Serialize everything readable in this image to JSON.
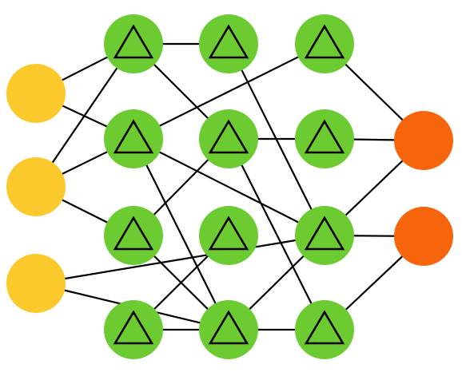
{
  "colors": {
    "background": "#ffffff",
    "edge": "#000000",
    "input_node": "#fcc92c",
    "hidden_node": "#6bcb31",
    "output_node": "#f6640c",
    "triangle_stroke": "#000000"
  },
  "node_groups": [
    {
      "id": "input",
      "count": 3,
      "marker": "none"
    },
    {
      "id": "hidden-1",
      "count": 4,
      "marker": "triangle-icon"
    },
    {
      "id": "hidden-2",
      "count": 4,
      "marker": "triangle-icon"
    },
    {
      "id": "hidden-3",
      "count": 4,
      "marker": "triangle-icon"
    },
    {
      "id": "output",
      "count": 2,
      "marker": "none"
    }
  ],
  "edges": [
    [
      "input-0",
      "hidden-1-0"
    ],
    [
      "input-0",
      "hidden-1-1"
    ],
    [
      "input-1",
      "hidden-1-0"
    ],
    [
      "input-1",
      "hidden-1-1"
    ],
    [
      "input-1",
      "hidden-1-2"
    ],
    [
      "input-2",
      "hidden-2-3"
    ],
    [
      "input-2",
      "hidden-3-2"
    ],
    [
      "hidden-1-0",
      "hidden-2-0"
    ],
    [
      "hidden-1-0",
      "hidden-2-1"
    ],
    [
      "hidden-1-1",
      "hidden-3-0"
    ],
    [
      "hidden-1-1",
      "hidden-3-2"
    ],
    [
      "hidden-1-1",
      "hidden-2-3"
    ],
    [
      "hidden-1-2",
      "hidden-2-1"
    ],
    [
      "hidden-1-2",
      "hidden-2-3"
    ],
    [
      "hidden-1-3",
      "hidden-2-3"
    ],
    [
      "hidden-1-3",
      "hidden-2-2"
    ],
    [
      "hidden-2-0",
      "hidden-3-2"
    ],
    [
      "hidden-2-1",
      "hidden-3-1"
    ],
    [
      "hidden-2-1",
      "hidden-3-3"
    ],
    [
      "hidden-2-3",
      "hidden-3-2"
    ],
    [
      "hidden-2-3",
      "hidden-3-3"
    ],
    [
      "hidden-3-0",
      "output-0"
    ],
    [
      "hidden-3-1",
      "output-0"
    ],
    [
      "hidden-3-2",
      "output-0"
    ],
    [
      "hidden-3-2",
      "output-1"
    ],
    [
      "hidden-3-3",
      "output-1"
    ]
  ]
}
